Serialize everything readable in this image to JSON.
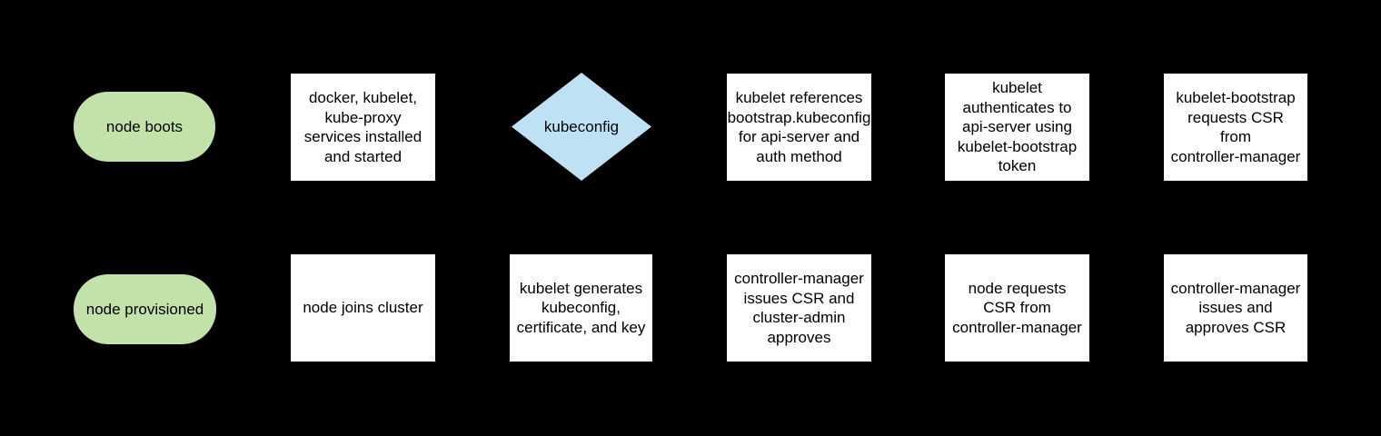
{
  "diagram": {
    "description": "Kubernetes node bootstrap flowchart",
    "colors": {
      "background": "#000000",
      "terminator_fill": "#c2e2a9",
      "decision_fill": "#bfe1f4",
      "process_fill": "#ffffff",
      "text": "#000000"
    },
    "rows": [
      {
        "nodes": [
          {
            "id": "node-boots",
            "shape": "terminator",
            "text": "node boots"
          },
          {
            "id": "services-installed",
            "shape": "process",
            "text": "docker, kubelet,\nkube-proxy\nservices installed\nand started"
          },
          {
            "id": "kubeconfig",
            "shape": "decision",
            "text": "kubeconfig"
          },
          {
            "id": "kubelet-references-bootstrap",
            "shape": "process",
            "text": "kubelet references\nbootstrap.kubeconfig\nfor api-server and\nauth method"
          },
          {
            "id": "kubelet-authenticates",
            "shape": "process",
            "text": "kubelet\nauthenticates to\napi-server using\nkubelet-bootstrap\ntoken"
          },
          {
            "id": "kubelet-bootstrap-requests-csr",
            "shape": "process",
            "text": "kubelet-bootstrap\nrequests CSR\nfrom\ncontroller-manager"
          }
        ]
      },
      {
        "nodes": [
          {
            "id": "node-provisioned",
            "shape": "terminator",
            "text": "node provisioned"
          },
          {
            "id": "node-joins-cluster",
            "shape": "process",
            "text": "node joins cluster"
          },
          {
            "id": "kubelet-generates",
            "shape": "process",
            "text": "kubelet generates\nkubeconfig,\ncertificate, and key"
          },
          {
            "id": "cm-issues-cluster-admin-approves",
            "shape": "process",
            "text": "controller-manager\nissues CSR and\ncluster-admin\napproves"
          },
          {
            "id": "node-requests-csr",
            "shape": "process",
            "text": "node requests\nCSR from\ncontroller-manager"
          },
          {
            "id": "cm-issues-and-approves",
            "shape": "process",
            "text": "controller-manager\nissues and\napproves CSR"
          }
        ]
      }
    ]
  }
}
